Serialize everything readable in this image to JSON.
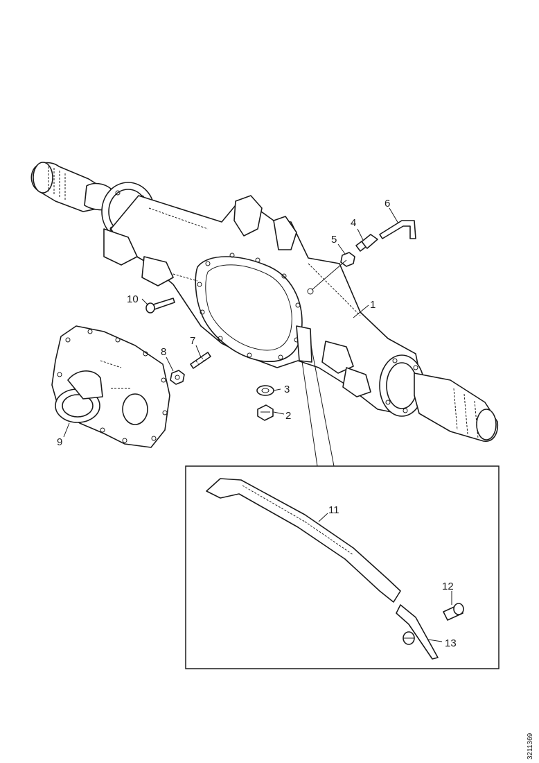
{
  "callouts": {
    "c1": "1",
    "c2": "2",
    "c3": "3",
    "c4": "4",
    "c5": "5",
    "c6": "6",
    "c7": "7",
    "c8": "8",
    "c9": "9",
    "c10": "10",
    "c11": "11",
    "c12": "12",
    "c13": "13"
  },
  "document_id": "3211369"
}
